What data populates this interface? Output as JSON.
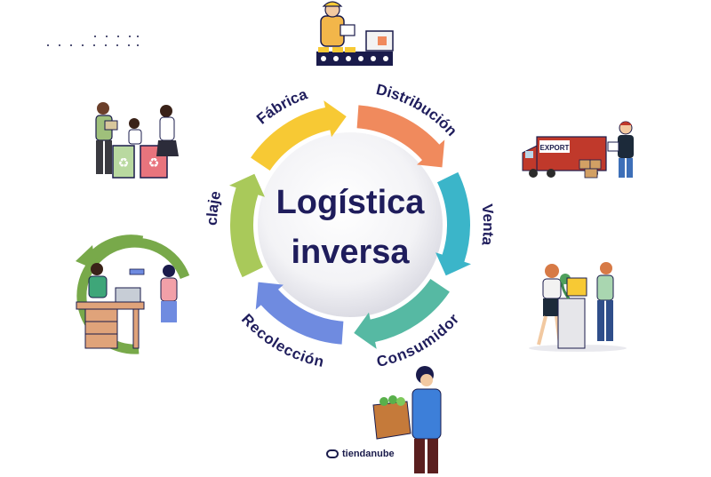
{
  "diagram": {
    "title_line1": "Logística",
    "title_line2": "inversa",
    "stages": [
      "Fábrica",
      "Distribución",
      "Venta",
      "Consumidor",
      "Recolección",
      "Reciclaje"
    ],
    "stage_colors": [
      "#f7c934",
      "#f08a5d",
      "#3bb5c9",
      "#56b9a3",
      "#6f8be0",
      "#a9c95a"
    ],
    "text_color": "#1f1d5c"
  },
  "illustrations": [
    "factory-worker",
    "export-truck",
    "shopping-customers",
    "consumer-with-bag",
    "office-workers-recycle-loop",
    "recycling-bins-people"
  ],
  "brand": {
    "name": "tiendanube"
  }
}
